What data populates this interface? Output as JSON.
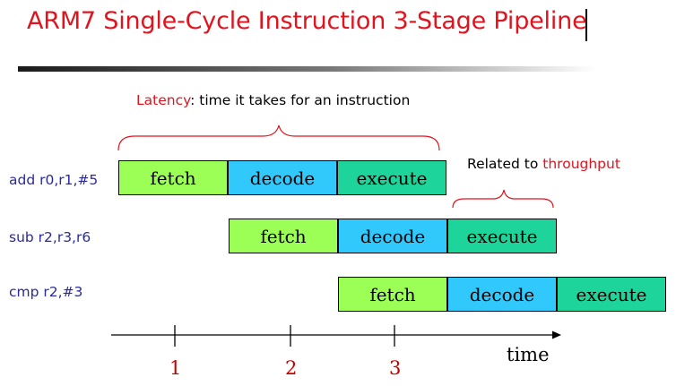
{
  "title": "ARM7 Single-Cycle Instruction 3-Stage Pipeline",
  "latency": {
    "term": "Latency",
    "text": ": time it takes for an instruction"
  },
  "related": {
    "text": "Related to ",
    "term": "throughput"
  },
  "instructions": [
    {
      "label": "add r0,r1,#5",
      "stages": [
        "fetch",
        "decode",
        "execute"
      ]
    },
    {
      "label": "sub r2,r3,r6",
      "stages": [
        "fetch",
        "decode",
        "execute"
      ]
    },
    {
      "label": "cmp r2,#3",
      "stages": [
        "fetch",
        "decode",
        "execute"
      ]
    }
  ],
  "timeline": {
    "ticks": [
      "1",
      "2",
      "3"
    ],
    "label": "time"
  },
  "colors": {
    "title": "#e0141e",
    "highlight": "#e0141e",
    "instruction_text": "#2a2a9c",
    "fetch": "#9bff56",
    "decode": "#31c8fb",
    "execute": "#1dd49a",
    "tick_label": "#c40000"
  }
}
